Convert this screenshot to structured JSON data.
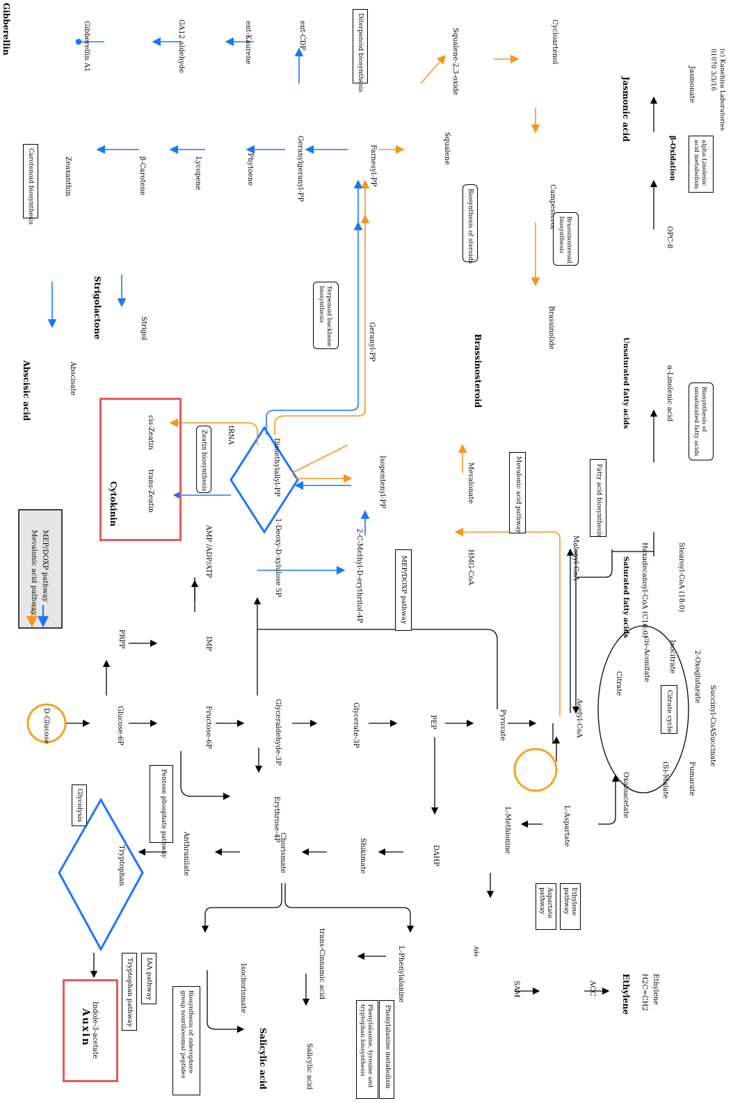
{
  "legend": {
    "mevalonic": "Mevalonic acid pathway",
    "mep": "MEP/DOXP pathway",
    "mevalonic_color": "#f7941d",
    "mep_color": "#1a75ff"
  },
  "hormones": {
    "auxin": "Auxin",
    "salicylic": "Salicylic acid",
    "ethylene": "Ethylene",
    "jasmonic": "Jasmonic acid",
    "cytokinin": "Cytokinin",
    "abscisic": "Abscisic acid",
    "strigolactone": "Strigolactone",
    "gibberellin": "Gibberellin",
    "brassinosteroid": "Brassinosteroid"
  },
  "fatty_headers": {
    "saturated": "Saturated fatty acids",
    "unsaturated": "Unsaturated fatty acids",
    "beta_oxidation": "β-Oxidation"
  },
  "compounds": {
    "d_glucose": "D-Glucose",
    "glucose_6p": "Glucose-6P",
    "fructose_6p": "Fructose-6P",
    "glyceraldehyde_3p": "Glyceraldehyde-3P",
    "glycerate_3p": "Glycerate-3P",
    "pep": "PEP",
    "pyruvate": "Pyruvate",
    "acetyl_coa": "Acetyl-CoA",
    "prpp": "PRPP",
    "imp": "IMP",
    "amp": "AMP /ADP/ATP",
    "deoxy_xylulose": "1-Deoxy-D-xylulose 5P",
    "methyl_erythritol": "2-C-Methyl-D-erythritol-4P",
    "isopentenyl_pp": "Isopentenyl-PP",
    "dimethylallyl_pp": "Dimethylallyl-PP",
    "hmg_coa": "HMG-CoA",
    "mevalonate": "Mevalonate",
    "malonyl_coa": "Malonyl-CoA",
    "hexadecanoyl": "Hexadecanoyl-CoA (C16:0)",
    "stearoyl": "Stearoyl-CoA (18:0)",
    "trans_zeatin": "trans-Zeatin",
    "cis_zeatin": "cis-Zeatin",
    "trna": "tRNA",
    "geranyl_pp": "Geranyl-PP",
    "farnesyl_pp": "Farnesyl-PP",
    "geranylgeranyl_pp": "Geranylgeranyl-PP",
    "phytoene": "Phytoene",
    "lycopene": "Lycopene",
    "beta_carotene": "β-Carotene",
    "zeaxanthin": "Zeaxanthin",
    "abscisate": "Abscisate",
    "strigol": "Strigol",
    "ent_cdp": "ent-CDP",
    "ent_kaurene": "ent-Kaurene",
    "ga12": "GA12 aldehyde",
    "gibberellin_a1": "Gibberellin A1",
    "squalene": "Squalene",
    "squalene_oxide": "Squalene-2,3-oxide",
    "cycloartenol": "Cycloartenol",
    "campesterol": "Campesterol",
    "brassinolide": "Brassinolide",
    "alpha_linolenic": "α-Linolenic acid",
    "opc8": "OPC-8",
    "jasmonate": "Jasmonate",
    "erythrose_4p": "Erythrose-4P",
    "dahp": "DAHP",
    "shikimate": "Shikimate",
    "chorismate": "Chorismate",
    "anthranilate": "Anthranilate",
    "tryptophan": "Tryptophan",
    "indole_3_acetate": "Indole-3-acetate",
    "isochorismate": "Isochorismate",
    "salicylic_acid_cpd": "Salicylic acid",
    "trans_cinnamic": "trans-Cinnamic acid",
    "l_phenylalanine": "L-Phenylalanine",
    "l_methionine": "L-Methionine",
    "l_aspartate": "L-Aspartate",
    "sam": "SAM",
    "acc": "ACC",
    "ethylene_cpd": "Ethylene",
    "ethylene_formula": "H2C=CH2",
    "oxaloacetate": "Oxaloacetate",
    "citrate": "Citrate",
    "cis_aconitate": "cis-Aconitate",
    "isocitrate": "Isocitrate",
    "oxoglutarate": "2-Oxoglutarate",
    "succinyl_coa": "Succinyl-CoA",
    "succinate": "Succinate",
    "fumarate": "Fumarate",
    "s_malate": "(S)-Malate",
    "ade": "Ade"
  },
  "pathway_boxes": {
    "glycolysis": "Glycolysis",
    "pentose": "Pentose phosphate pathway",
    "tryptophan_pw": "Tryptophan pathway",
    "iaa_pw": "IAA pathway",
    "siderophore": "Biosynthesis of siderophore group nonribosomal peptides",
    "phe_tyr_trp": "Phenylalanine, tyrosine and tryptophan biosynthesis",
    "phe_metab": "Phenylalanine metabolism",
    "aspartate_pw": "Aspartate pathway",
    "ethylene_pw": "Ethylene pathway",
    "citrate_cycle": "Citrate cycle",
    "mep_doxp": "MEP/DOXP pathway",
    "mevalonic_pw": "Mevalonic acid pathway",
    "fatty_acid": "Fatty acid biosynthesis",
    "unsat_fatty": "Biosynthesis of unsaturated fatty acids",
    "alpha_linolenic_metab": "alpha-Linolenic acid metabolism",
    "brassino_bio": "Brassinosteroid biosynthesis",
    "steroids": "Biosynthesis of steroids",
    "terpenoid": "Terpenoid backbone biosynthesis",
    "zeatin": "Zeatin biosynthesis",
    "carotenoid": "Carotenoid biosynthesis",
    "diterpenoid": "Diterpenoid biosynthesis"
  },
  "footer": {
    "map_id": "01070 3/3/16",
    "copyright": "(c) Kanehisa Laboratories"
  }
}
